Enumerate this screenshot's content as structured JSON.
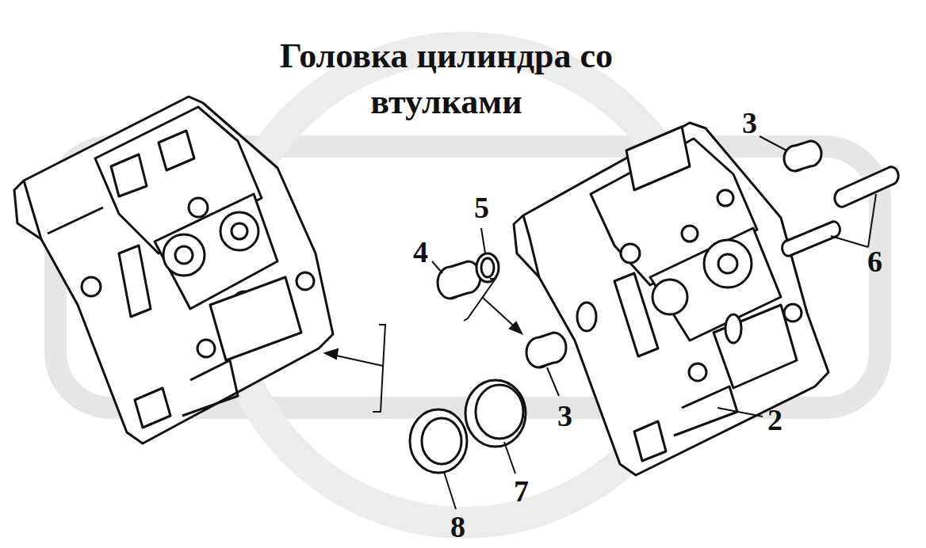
{
  "diagram": {
    "title": "Головка цилиндра со втулками",
    "labels": [
      "3",
      "5",
      "4",
      "6",
      "3",
      "2",
      "7",
      "8"
    ]
  }
}
